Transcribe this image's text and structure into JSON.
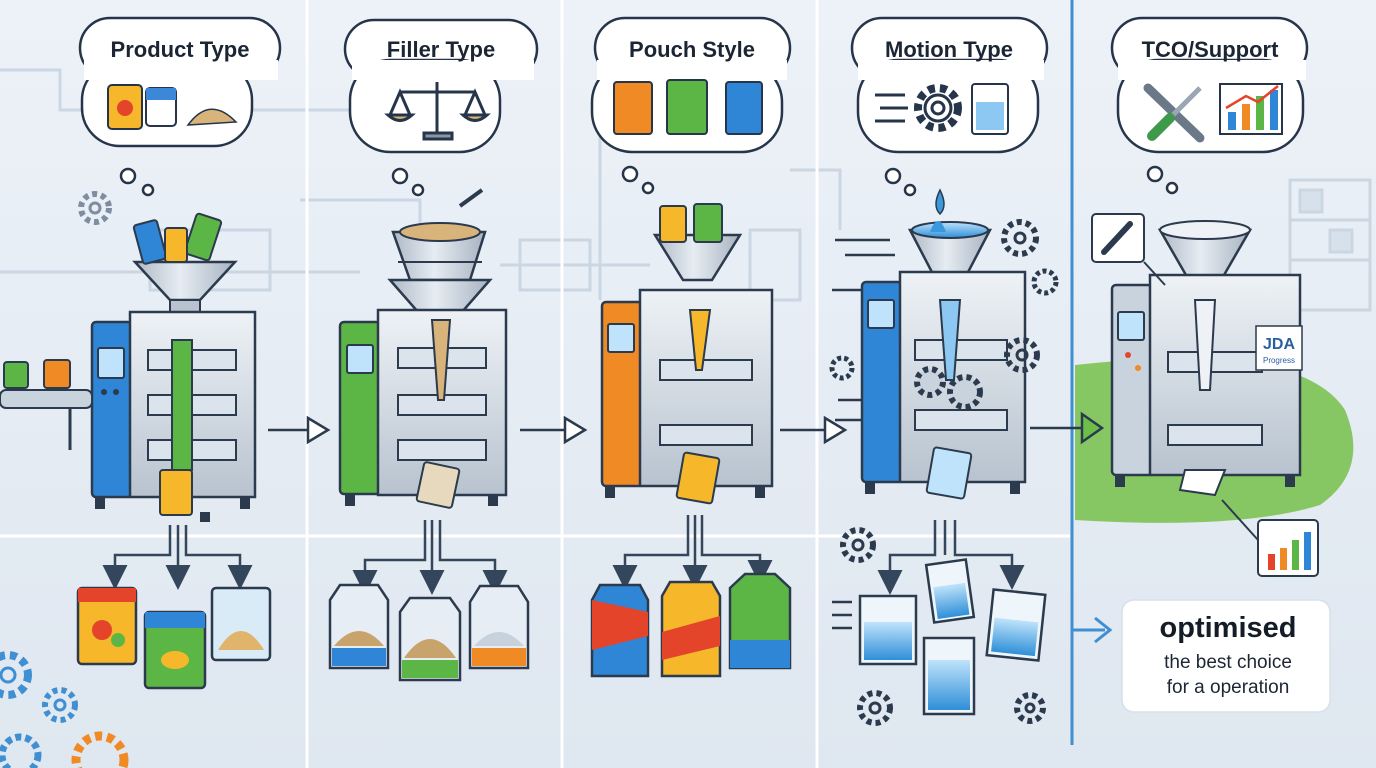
{
  "stages": [
    {
      "label": "Product Type"
    },
    {
      "label": "Filler Type"
    },
    {
      "label": "Pouch Style"
    },
    {
      "label": "Motion Type"
    },
    {
      "label": "TCO/Support"
    }
  ],
  "machine_badge": {
    "brand": "JDA",
    "tagline": "Progress"
  },
  "result_card": {
    "title": "optimised",
    "line1": "the best choice",
    "line2": "for a operation"
  },
  "colors": {
    "panel_blue": "#2f86d6",
    "panel_green": "#5cb646",
    "panel_orange": "#f08a24",
    "accent_green": "#6cc04a",
    "outline": "#2b3a4d",
    "steel": "#c9d3de"
  },
  "icons": [
    "gear-icon",
    "wrench-icon",
    "screwdriver-icon",
    "bar-chart-icon",
    "balance-scale-icon",
    "water-drop-icon",
    "arrow-right-icon"
  ]
}
